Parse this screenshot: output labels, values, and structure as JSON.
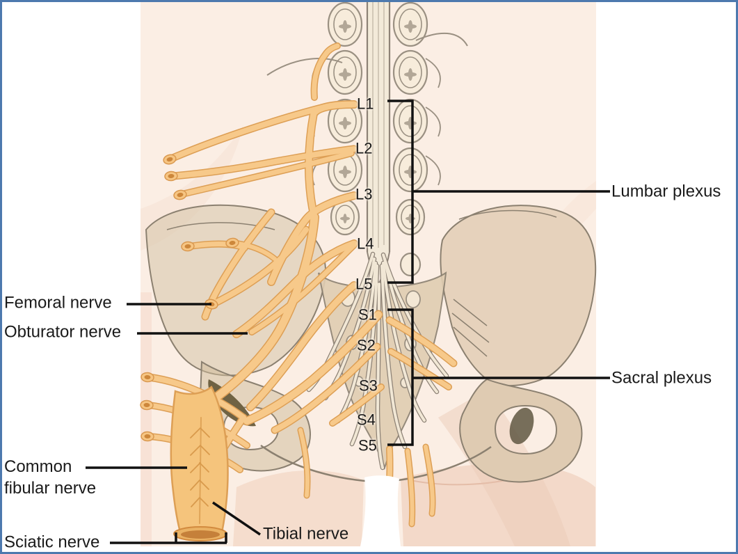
{
  "spinal_levels": [
    "L1",
    "L2",
    "L3",
    "L4",
    "L5",
    "S1",
    "S2",
    "S3",
    "S4",
    "S5"
  ],
  "annotations": {
    "lumbar_plexus": "Lumbar plexus",
    "sacral_plexus": "Sacral plexus",
    "femoral": "Femoral nerve",
    "obturator": "Obturator nerve",
    "common_fibular": "Common\nfibular nerve",
    "sciatic": "Sciatic nerve",
    "tibial": "Tibial nerve"
  },
  "colors": {
    "frame_border": "#4d79ae",
    "canvas_background": "#ffffff",
    "body_skin": "#fbeee4",
    "thigh_skin": "#f3d9c9",
    "nerve_fill": "#f7c98a",
    "nerve_outline": "#dd9f55",
    "nerve_cut_core": "#cd873b",
    "bone_fill": "#e3cfb7",
    "bone_outline": "#8b8070",
    "spinal_cord_fill": "#f3ead9",
    "spinal_cord_outline": "#8d8276",
    "cauda_equina_fill": "#f1e7d5",
    "annotation_line": "#111111",
    "label_text": "#1a1a1a"
  }
}
